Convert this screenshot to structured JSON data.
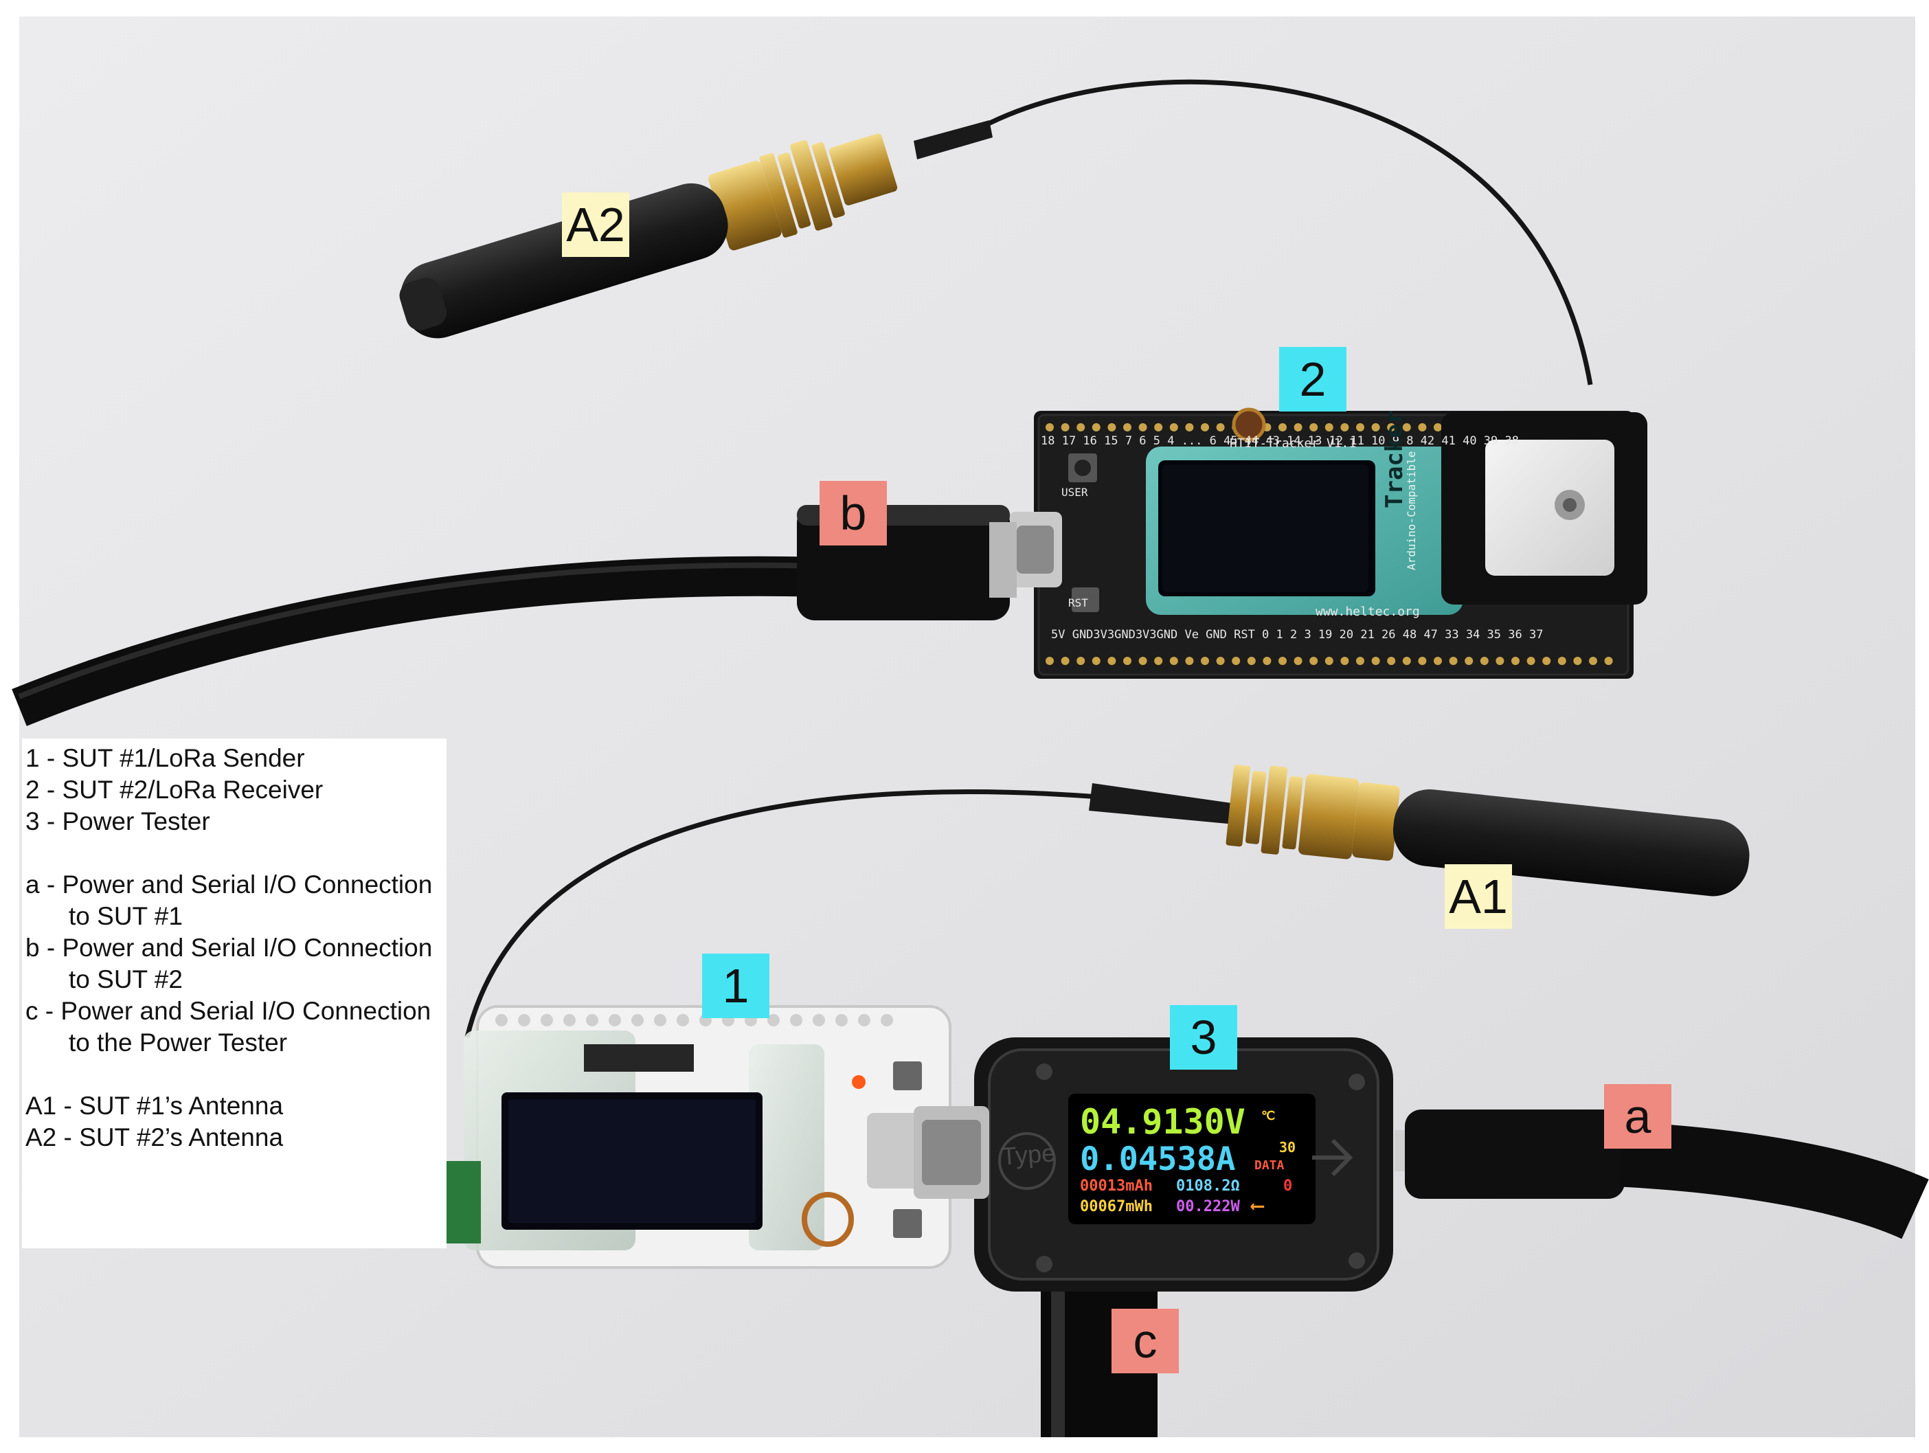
{
  "labels": {
    "a2": "A2",
    "a1": "A1",
    "n1": "1",
    "n2": "2",
    "n3": "3",
    "a": "a",
    "b": "b",
    "c": "c"
  },
  "legend": {
    "lines": [
      "1 - SUT #1/LoRa Sender",
      "2 - SUT #2/LoRa Receiver",
      "3 - Power Tester",
      "a - Power and Serial I/O Connection",
      "to SUT #1",
      "b - Power and Serial I/O Connection",
      "to SUT #2",
      "c - Power and Serial I/O Connection",
      "to the Power Tester",
      "A1 - SUT #1’s Antenna",
      "A2 - SUT #2’s Antenna"
    ]
  },
  "tracker_board": {
    "name": "HTIT-Tracker V1.1",
    "url": "www.heltec.org",
    "brand": "Tracker",
    "subtitle": "Arduino-Compatible",
    "buttons": [
      "USER",
      "RST"
    ],
    "top_pins": "18 17 16 15 7 6 5 4 ... 6 45 44 43 14 13 12 11 10 9 8 42 41 40 39 38",
    "bottom_pins": "5V GND3V3GND3V3GND Ve GND   RST 0 1 2 3 19 20 21 26 48 47 33 34 35 36 37"
  },
  "power_tester": {
    "brand": "Type",
    "voltage": "04.9130V",
    "current": "0.04538A",
    "capacity": "00013mAh",
    "resistance": "0108.2Ω",
    "energy": "00067mWh",
    "power": "00.222W",
    "temp": "℃",
    "data_label": "DATA",
    "data_value": "30",
    "counter": "0"
  },
  "colors": {
    "label_yellow": "#fbf6c4",
    "label_cyan": "#46e4f2",
    "label_red": "#ef8a80",
    "background": "#e4e4e6",
    "voltage": "#b5f23a",
    "current": "#4fd2f5",
    "mah": "#ff5a3c",
    "resistance": "#6fd6ff",
    "mwh": "#ffd23a",
    "watts": "#d05ff0"
  }
}
